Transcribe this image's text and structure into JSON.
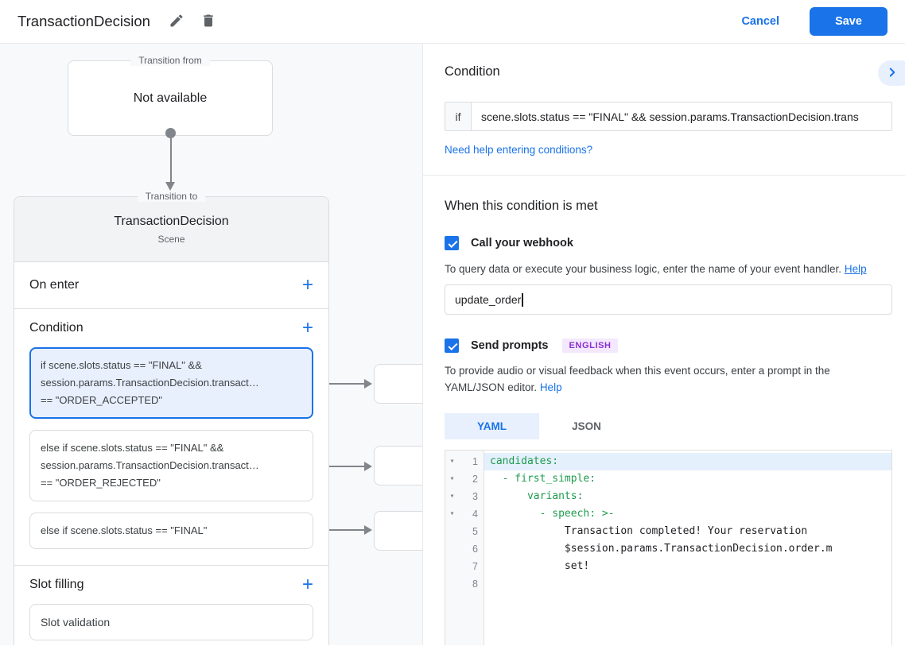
{
  "colors": {
    "accent": "#1a73e8",
    "selected_card_bg": "#e8f0fe",
    "badge_bg": "#f3e8fd",
    "badge_text": "#8a30d1",
    "code_key_green": "#1e9b4d",
    "active_line_bg": "#e4f0fc",
    "canvas_bg": "#f8f9fa"
  },
  "header": {
    "title": "TransactionDecision",
    "edit_icon": "pencil-icon",
    "delete_icon": "trash-icon",
    "cancel_label": "Cancel",
    "save_label": "Save"
  },
  "diagram": {
    "transition_from": {
      "label": "Transition from",
      "content": "Not available"
    },
    "transition_to": {
      "label": "Transition to",
      "scene_name": "TransactionDecision",
      "scene_type": "Scene"
    },
    "on_enter": {
      "label": "On enter",
      "add_label": "+"
    },
    "condition": {
      "label": "Condition",
      "add_label": "+",
      "cards": [
        {
          "text": "if scene.slots.status == \"FINAL\" &&\nsession.params.TransactionDecision.transact…\n== \"ORDER_ACCEPTED\"",
          "selected": "true"
        },
        {
          "text": "else if scene.slots.status == \"FINAL\" &&\nsession.params.TransactionDecision.transact…\n== \"ORDER_REJECTED\"",
          "selected": "false"
        },
        {
          "text": "else if scene.slots.status == \"FINAL\"",
          "selected": "false"
        }
      ]
    },
    "slot_filling": {
      "label": "Slot filling",
      "add_label": "+",
      "item": "Slot validation"
    }
  },
  "panel": {
    "title": "Condition",
    "if_label": "if",
    "condition_value": "scene.slots.status == \"FINAL\" && session.params.TransactionDecision.trans",
    "conditions_help_link": "Need help entering conditions?",
    "when_title": "When this condition is met",
    "webhook": {
      "label": "Call your webhook",
      "checked": "true",
      "helper": "To query data or execute your business logic, enter the name of your event handler.",
      "help_label": "Help",
      "value": "update_order"
    },
    "prompts": {
      "label": "Send prompts",
      "checked": "true",
      "badge": "ENGLISH",
      "helper": "To provide audio or visual feedback when this event occurs, enter a prompt in the YAML/JSON editor.",
      "help_label": "Help"
    },
    "tabs": [
      {
        "label": "YAML",
        "active": "true"
      },
      {
        "label": "JSON",
        "active": "false"
      }
    ],
    "editor": {
      "lines": [
        {
          "num": "1",
          "fold": "true",
          "tone": "key",
          "active": "true",
          "text": "candidates:"
        },
        {
          "num": "2",
          "fold": "true",
          "tone": "key",
          "text": "  - first_simple:"
        },
        {
          "num": "3",
          "fold": "true",
          "tone": "key",
          "text": "      variants:"
        },
        {
          "num": "4",
          "fold": "true",
          "tone": "key",
          "text": "        - speech: >-"
        },
        {
          "num": "5",
          "tone": "plain",
          "text": "            Transaction completed! Your reservation"
        },
        {
          "num": "6",
          "tone": "plain",
          "text": "            $session.params.TransactionDecision.order.m"
        },
        {
          "num": "7",
          "tone": "plain",
          "text": "            set!"
        },
        {
          "num": "8",
          "tone": "plain",
          "text": ""
        }
      ]
    }
  }
}
